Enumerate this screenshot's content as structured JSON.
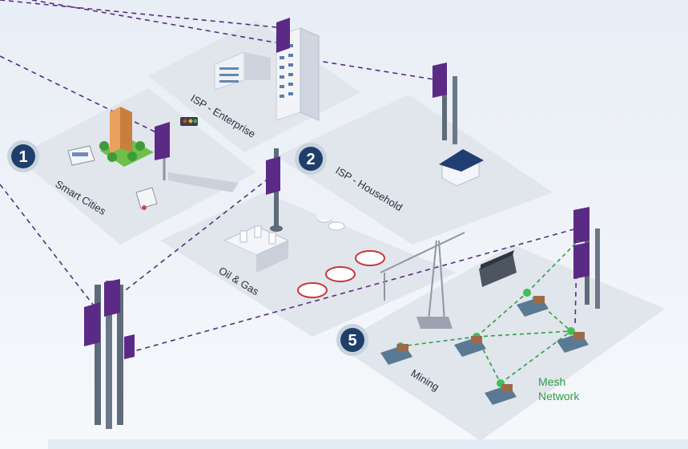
{
  "diagram": {
    "zones": [
      {
        "id": "smart-cities",
        "label": "Smart Cities",
        "badge": "1"
      },
      {
        "id": "isp-enterprise",
        "label": "ISP - Enterprise",
        "badge": ""
      },
      {
        "id": "isp-household",
        "label": "ISP - Household",
        "badge": "2"
      },
      {
        "id": "oil-gas",
        "label": "Oil & Gas",
        "badge": ""
      },
      {
        "id": "mining",
        "label": "Mining",
        "badge": "5"
      }
    ],
    "mesh_label_line1": "Mesh",
    "mesh_label_line2": "Network"
  },
  "colors": {
    "link_dashed": "#5a2d82",
    "mesh_dashed": "#2e9e45",
    "badge_fill": "#1f3f6b",
    "radio_purple": "#5b2a86",
    "tower_steel": "#5e6b7a",
    "platform": "#dfe3ea"
  },
  "icons": [
    "building-icon",
    "tower-icon",
    "truck-icon",
    "house-icon",
    "tank-icon",
    "crane-icon",
    "bus-icon",
    "traffic-light-icon"
  ]
}
